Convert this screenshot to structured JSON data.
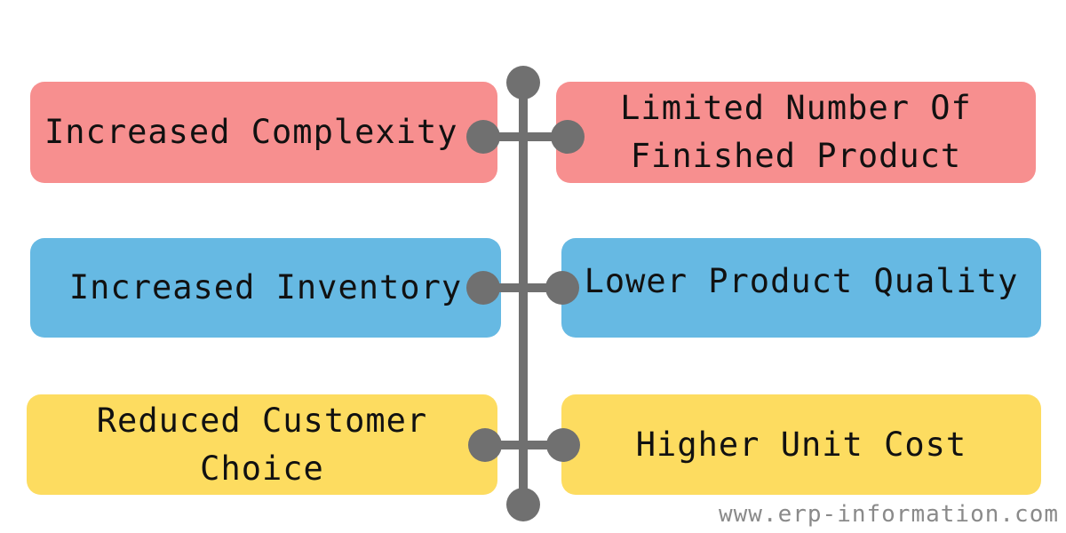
{
  "colors": {
    "red": "#f78f8f",
    "blue": "#66b9e3",
    "yellow": "#fddc60",
    "connector": "#707070",
    "watermark": "#8a8a8a"
  },
  "boxes": [
    {
      "id": "increased-complexity",
      "lines": [
        "Increased Complexity"
      ],
      "color": "red"
    },
    {
      "id": "limited-number",
      "lines": [
        "Limited Number Of",
        "Finished Product"
      ],
      "color": "red"
    },
    {
      "id": "increased-inventory",
      "lines": [
        "Increased Inventory"
      ],
      "color": "blue"
    },
    {
      "id": "lower-product-quality",
      "lines": [
        "Lower Product Quality"
      ],
      "color": "blue"
    },
    {
      "id": "reduced-customer-choice",
      "lines": [
        "Reduced Customer",
        "Choice"
      ],
      "color": "yellow"
    },
    {
      "id": "higher-unit-cost",
      "lines": [
        "Higher Unit Cost"
      ],
      "color": "yellow"
    }
  ],
  "watermark": "www.erp-information.com"
}
